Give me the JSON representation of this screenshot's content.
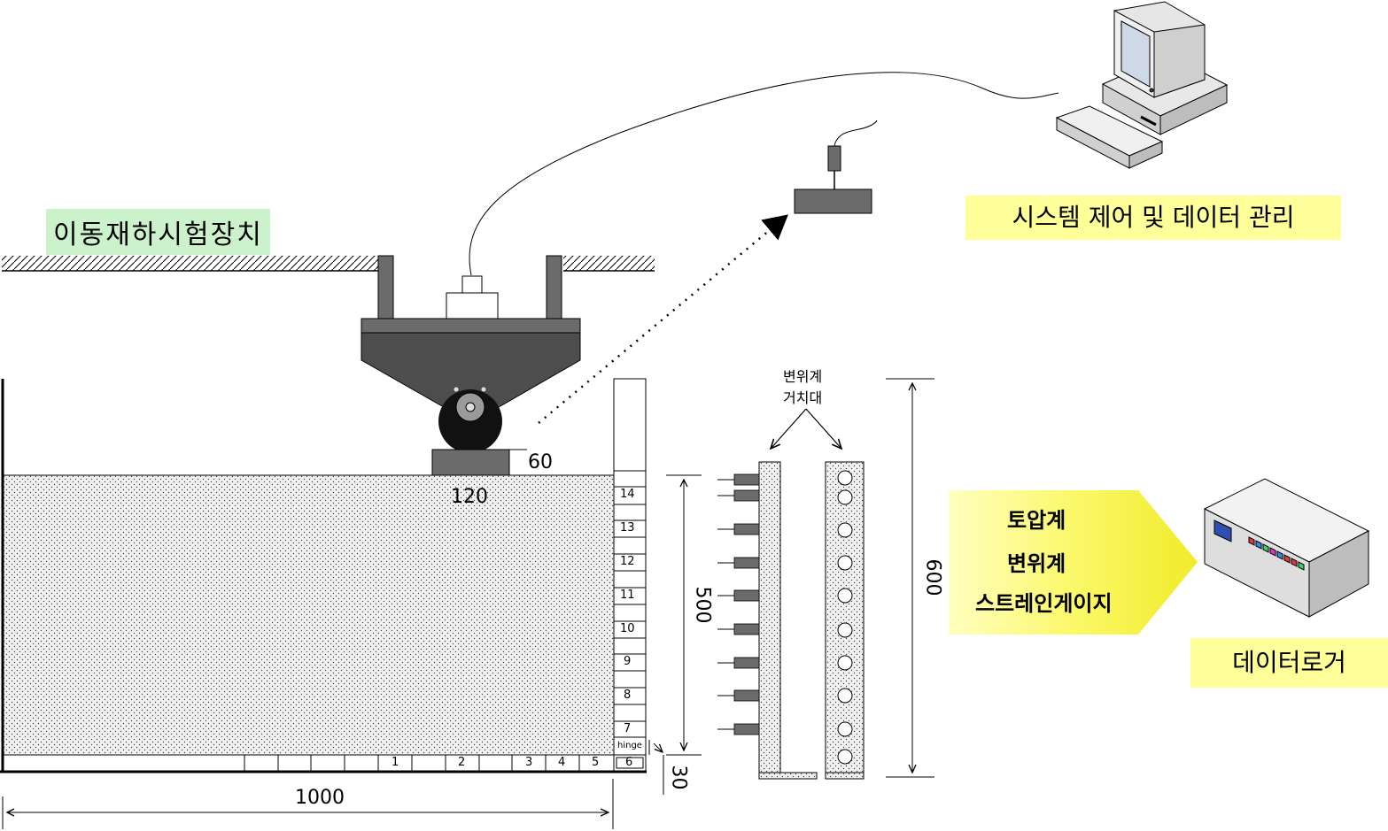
{
  "labels": {
    "apparatus": "이동재하시험장치",
    "system_control": "시스템 제어 및 데이터 관리",
    "datalogger": "데이터로거",
    "stand": [
      "변위계",
      "거치대"
    ],
    "sensors": [
      "토압계",
      "변위계",
      "스트레인게이지"
    ],
    "hinge": "hinge"
  },
  "dimensions": {
    "block_height": "60",
    "block_width": "120",
    "soil_depth": "500",
    "wall_height": "600",
    "tank_length": "1000",
    "hinge_gap": "30"
  },
  "wall_panels": [
    "14",
    "13",
    "12",
    "11",
    "10",
    "9",
    "8",
    "7"
  ],
  "base_panels": [
    "1",
    "2",
    "3",
    "4",
    "5",
    "6"
  ],
  "colors": {
    "apparatus_bg": "#ccf2cc",
    "note_bg": "#ffff99",
    "arrow_fill": "#f6f33a",
    "dark_gray": "#4d4d4d",
    "mid_gray": "#6b6b6b"
  },
  "icons": [
    "computer-icon",
    "datalogger-icon",
    "wheel-icon",
    "displacement-sensor-icon"
  ]
}
